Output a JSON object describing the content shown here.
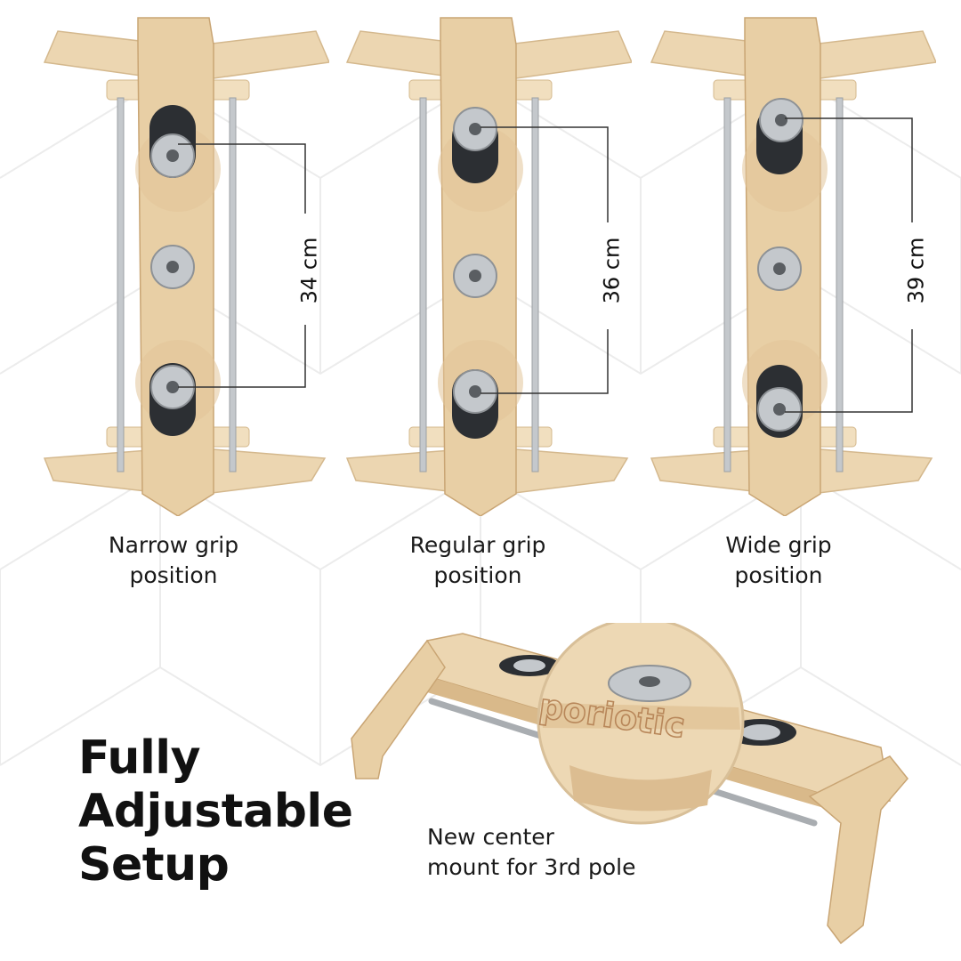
{
  "colors": {
    "wood_light": "#ecd6b1",
    "wood_mid": "#e1c499",
    "wood_dark": "#c9a574",
    "steel": "#c4c8cc",
    "carbon": "#2c2f33",
    "line": "#333333",
    "pattern": "#e9e9e9"
  },
  "positions": [
    {
      "measurement": "34 cm",
      "caption_line1": "Narrow grip",
      "caption_line2": "position"
    },
    {
      "measurement": "36 cm",
      "caption_line1": "Regular grip",
      "caption_line2": "position"
    },
    {
      "measurement": "39 cm",
      "caption_line1": "Wide grip",
      "caption_line2": "position"
    }
  ],
  "headline": {
    "line1": "Fully",
    "line2": "Adjustable",
    "line3": "Setup"
  },
  "center_mount": {
    "line1": "New center",
    "line2": "mount for 3rd pole"
  },
  "brand_engraving": "poriotic",
  "icons": [
    "steel-mount-icon",
    "carbon-plate-icon"
  ]
}
